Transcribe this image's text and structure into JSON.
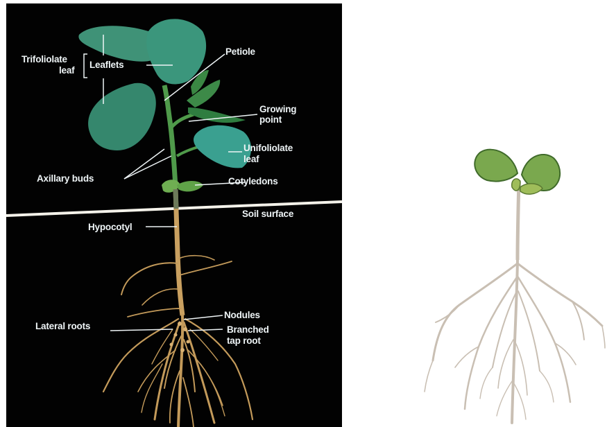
{
  "photo_labels": {
    "trifoliolate": "Trifoliolate",
    "trifoliolate_leaf": "leaf",
    "leaflets": "Leaflets",
    "petiole": "Petiole",
    "growing_point_1": "Growing",
    "growing_point_2": "point",
    "unifoliolate_1": "Unifoliolate",
    "unifoliolate_2": "leaf",
    "axillary_buds": "Axillary buds",
    "cotyledons": "Cotyledons",
    "soil_surface": "Soil surface",
    "hypocotyl": "Hypocotyl",
    "nodules": "Nodules",
    "lateral_roots": "Lateral roots",
    "branched_1": "Branched",
    "branched_2": "tap root"
  },
  "colors": {
    "photo_background": "#020202",
    "label_text": "#eef4f6",
    "leaf_green": "#2f8e77",
    "root_tan": "#c9a060",
    "soil_line": "#f4f2ea",
    "sketch_leaf": "#7aa84e",
    "sketch_root": "#c9bfb3"
  }
}
